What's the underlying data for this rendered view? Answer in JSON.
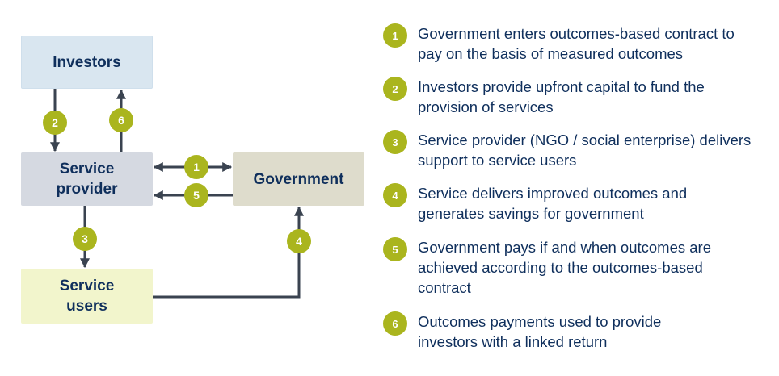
{
  "diagram": {
    "nodes": {
      "investors": "Investors",
      "service_provider": "Service provider",
      "government": "Government",
      "service_users": "Service users"
    },
    "edges": [
      {
        "step": "1",
        "from": "service_provider",
        "to": "government",
        "direction": "bidirectional"
      },
      {
        "step": "2",
        "from": "investors",
        "to": "service_provider",
        "direction": "forward"
      },
      {
        "step": "3",
        "from": "service_provider",
        "to": "service_users",
        "direction": "forward"
      },
      {
        "step": "4",
        "from": "service_users",
        "to": "government",
        "direction": "forward"
      },
      {
        "step": "5",
        "from": "government",
        "to": "service_provider",
        "direction": "forward"
      },
      {
        "step": "6",
        "from": "service_provider",
        "to": "investors",
        "direction": "forward"
      }
    ],
    "colors": {
      "badge": "#aab51e",
      "arrow": "#3a4350",
      "text": "#0f2f5c",
      "investors_fill": "#d9e6f0",
      "provider_fill": "#d5d9e1",
      "government_fill": "#dedccc",
      "users_fill": "#f2f5cc"
    }
  },
  "legend": [
    {
      "num": "1",
      "text": "Government enters outcomes-based contract to pay on the basis of measured outcomes"
    },
    {
      "num": "2",
      "text": "Investors provide upfront capital to fund the provision of services"
    },
    {
      "num": "3",
      "text": "Service provider (NGO / social enterprise) delivers support to service users"
    },
    {
      "num": "4",
      "text": "Service delivers improved outcomes and generates savings for government"
    },
    {
      "num": "5",
      "text": "Government pays if and when outcomes are achieved according to the outcomes-based contract"
    },
    {
      "num": "6",
      "text": "Outcomes payments used to provide investors with a linked return"
    }
  ]
}
